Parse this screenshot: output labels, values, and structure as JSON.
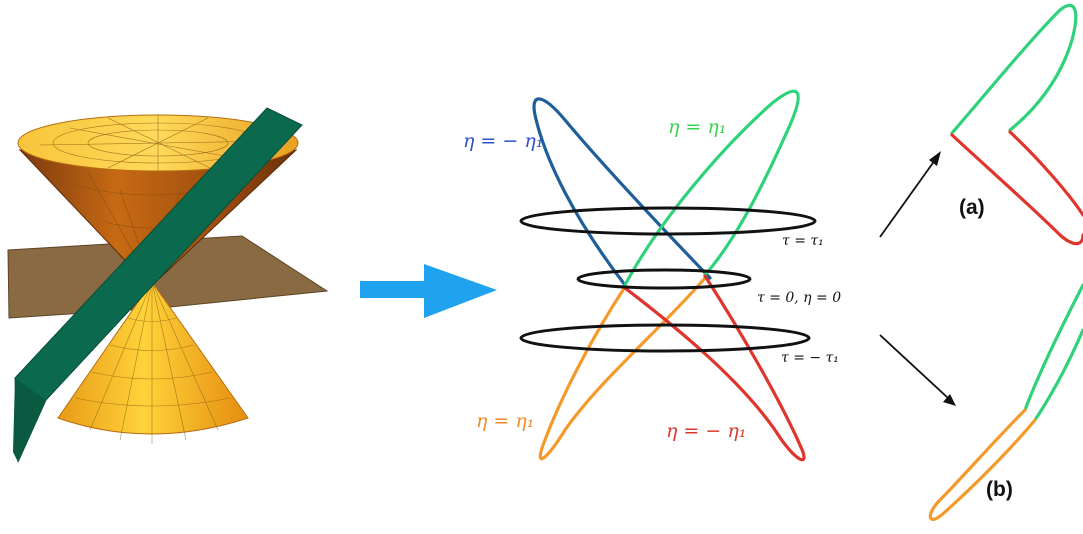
{
  "middle_labels": {
    "top_left": "η = − η₁",
    "top_right": "η = η₁",
    "bottom_left": "η = η₁",
    "bottom_right": "η = − η₁",
    "tau_top": "τ = τ₁",
    "tau_mid": "τ = 0, η = 0",
    "tau_bottom": "τ = − τ₁"
  },
  "right_labels": {
    "a": "(a)",
    "b": "(b)"
  },
  "colors": {
    "blue_branch": "#1f5f99",
    "green_branch": "#2fd27a",
    "orange_branch": "#f39a2a",
    "red_branch": "#e0342c",
    "ring": "#111111",
    "arrow_big": "#1fa3ef",
    "cone": "#f2a51c",
    "plane_green": "#0b6a4e",
    "plane_brown": "#8a6a43",
    "label_blue": "#2e4fcf",
    "label_green": "#38d44c",
    "label_orange": "#f08a2a",
    "label_red": "#d83a2e"
  },
  "icons": {
    "big_arrow": "right-arrow-icon",
    "arrow_a": "diagonal-up-arrow-icon",
    "arrow_b": "diagonal-down-arrow-icon"
  }
}
